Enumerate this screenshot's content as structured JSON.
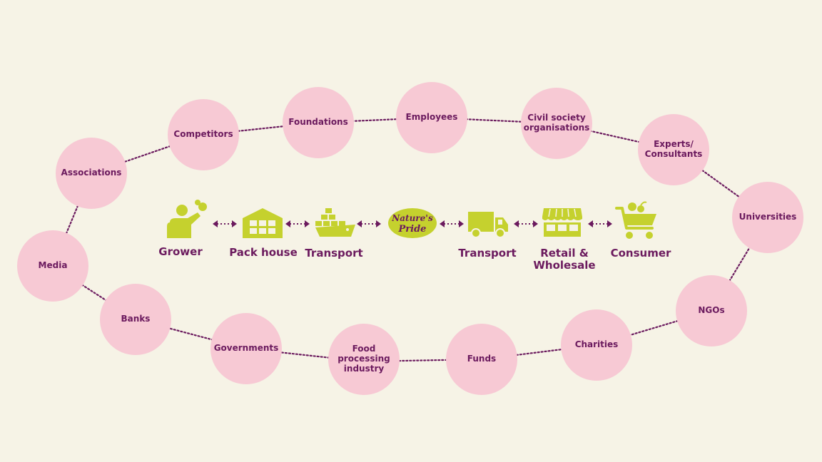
{
  "colors": {
    "background": "#f6f3e6",
    "node_fill": "#f7c9d4",
    "text": "#6b1a5e",
    "icon": "#c5d12e",
    "dotted_line": "#6b1a5e"
  },
  "stakeholders": [
    {
      "id": "competitors",
      "label": "Competitors"
    },
    {
      "id": "foundations",
      "label": "Foundations"
    },
    {
      "id": "employees",
      "label": "Employees"
    },
    {
      "id": "civil-society",
      "label": "Civil society\norganisations"
    },
    {
      "id": "experts",
      "label": "Experts/\nConsultants"
    },
    {
      "id": "associations",
      "label": "Associations"
    },
    {
      "id": "universities",
      "label": "Universities"
    },
    {
      "id": "media",
      "label": "Media"
    },
    {
      "id": "ngos",
      "label": "NGOs"
    },
    {
      "id": "banks",
      "label": "Banks"
    },
    {
      "id": "governments",
      "label": "Governments"
    },
    {
      "id": "food-processing",
      "label": "Food processing\nindustry"
    },
    {
      "id": "funds",
      "label": "Funds"
    },
    {
      "id": "charities",
      "label": "Charities"
    }
  ],
  "chain": [
    {
      "id": "grower",
      "label": "Grower",
      "icon": "grower-icon"
    },
    {
      "id": "pack-house",
      "label": "Pack house",
      "icon": "warehouse-icon"
    },
    {
      "id": "transport-ship",
      "label": "Transport",
      "icon": "ship-icon"
    },
    {
      "id": "natures-pride",
      "label": "",
      "icon": "natures-pride-logo",
      "logo_text": [
        "Nature's",
        "Pride"
      ]
    },
    {
      "id": "transport-truck",
      "label": "Transport",
      "icon": "truck-icon"
    },
    {
      "id": "retail",
      "label": "Retail &\nWholesale",
      "icon": "shop-icon"
    },
    {
      "id": "consumer",
      "label": "Consumer",
      "icon": "shopping-cart-icon"
    }
  ]
}
